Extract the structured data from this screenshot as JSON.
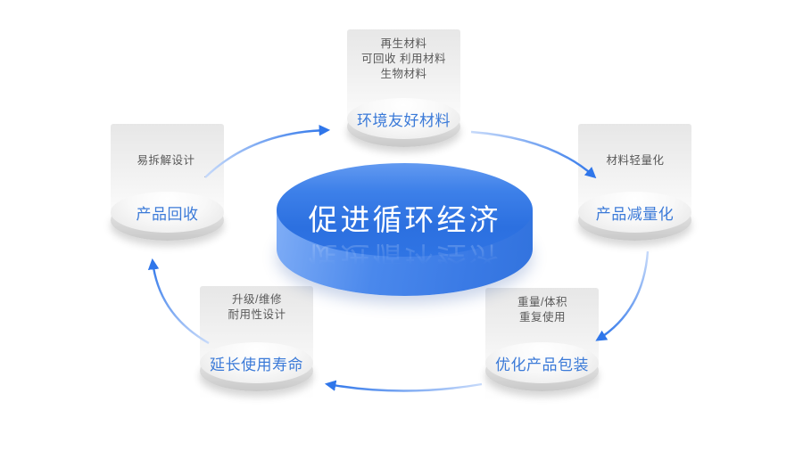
{
  "diagram": {
    "center": {
      "label": "促进循环经济"
    },
    "nodes": [
      {
        "label": "环境友好材料",
        "notes": [
          "再生材料",
          "可回收 利用材料",
          "生物材料"
        ]
      },
      {
        "label": "产品减量化",
        "notes": [
          "材料轻量化"
        ]
      },
      {
        "label": "优化产品包装",
        "notes": [
          "重量/体积",
          "重复使用"
        ]
      },
      {
        "label": "延长使用寿命",
        "notes": [
          "升级/维修",
          "耐用性设计"
        ]
      },
      {
        "label": "产品回收",
        "notes": [
          "易拆解设计"
        ]
      }
    ],
    "flow": "clockwise",
    "colors": {
      "center_disc_blue": "#2f73e3",
      "node_label_blue": "#3b7ad8",
      "note_text_gray": "#595959",
      "arrow_blue": "#2f76ea"
    }
  }
}
